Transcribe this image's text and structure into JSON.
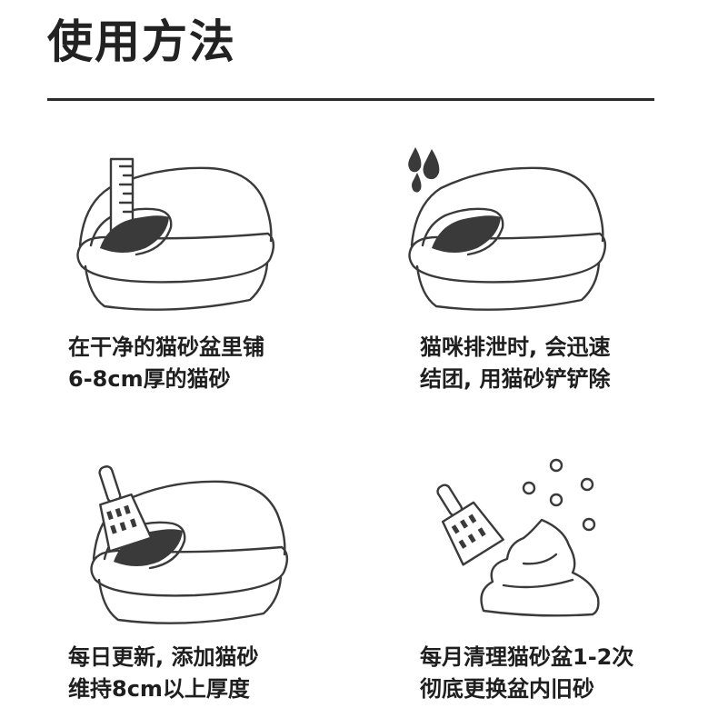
{
  "page": {
    "title": "使用方法",
    "colors": {
      "ink": "#3a3a3a",
      "rule": "#2b2b2b",
      "background": "#ffffff"
    }
  },
  "steps": [
    {
      "icon": "litter-box-with-ruler-icon",
      "line1": "在干净的猫砂盆里铺",
      "line2": "6-8cm厚的猫砂"
    },
    {
      "icon": "litter-box-with-drops-icon",
      "line1": "猫咪排泄时, 会迅速",
      "line2": "结团, 用猫砂铲铲除"
    },
    {
      "icon": "litter-box-with-scoop-icon",
      "line1": "每日更新, 添加猫砂",
      "line2": "维持8cm以上厚度"
    },
    {
      "icon": "scoop-and-waste-icon",
      "line1": "每月清理猫砂盆1-2次",
      "line2": "彻底更换盆内旧砂"
    }
  ]
}
